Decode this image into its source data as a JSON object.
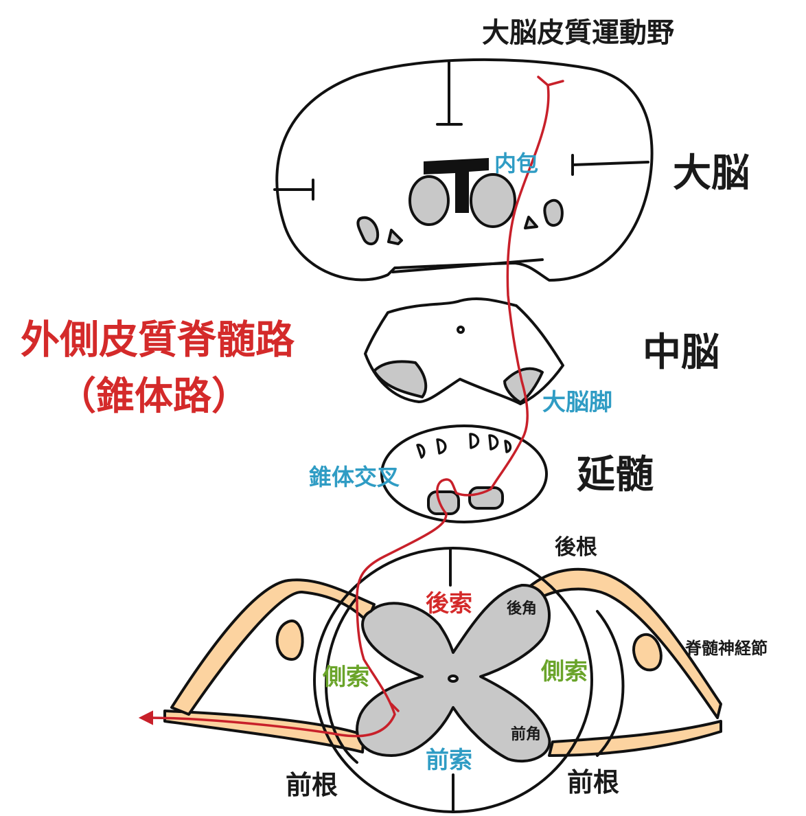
{
  "colors": {
    "outline": "#111111",
    "tract_red": "#c8202a",
    "gray_matter": "#c8c8c8",
    "nerve_root": "#fcd3a0",
    "label_blue": "#2f9cc4",
    "label_green": "#6aa42a",
    "label_red": "#d42a2a"
  },
  "labels": {
    "motor_cortex": "大脳皮質運動野",
    "cerebrum": "大脳",
    "internal_capsule": "内包",
    "tract_name": "外側皮質脊髄路",
    "tract_alias": "（錐体路）",
    "midbrain": "中脳",
    "cerebral_peduncle": "大脳脚",
    "medulla": "延髄",
    "pyramidal_decussation": "錐体交叉",
    "dorsal_root": "後根",
    "posterior_funiculus": "後索",
    "posterior_horn": "後角",
    "spinal_ganglion": "脊髄神経節",
    "lateral_funiculus_left": "側索",
    "lateral_funiculus_right": "側索",
    "anterior_horn": "前角",
    "anterior_funiculus": "前索",
    "ventral_root_left": "前根",
    "ventral_root_right": "前根"
  }
}
